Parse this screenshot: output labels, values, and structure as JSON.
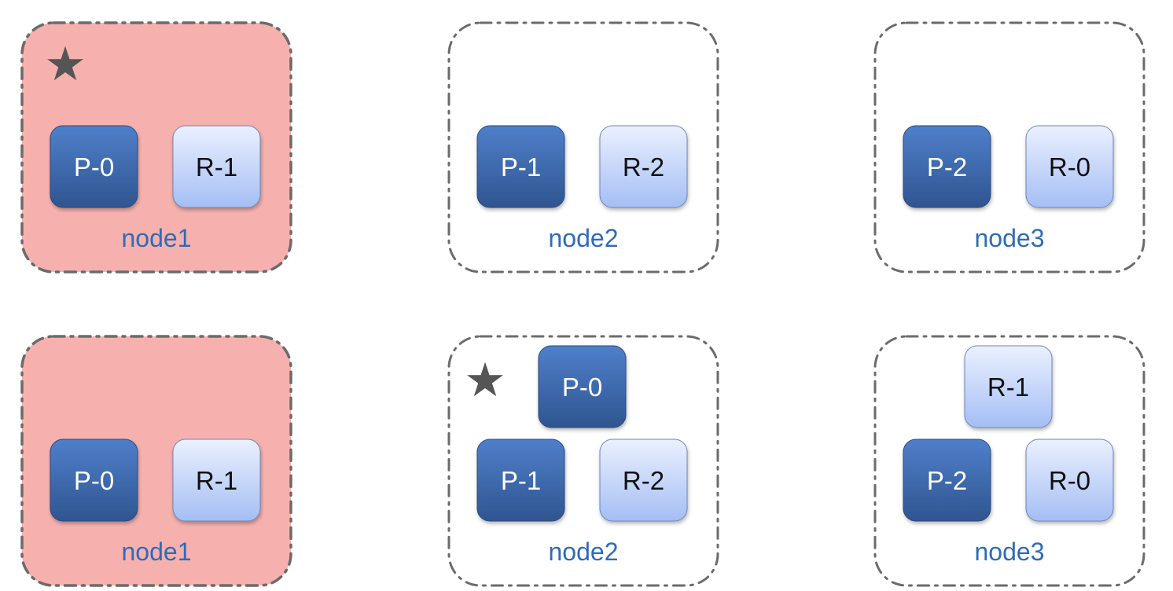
{
  "colors": {
    "highlight_fill": "#f6b1ae",
    "node_border": "#6b6b6b",
    "node_label": "#2e6bb8",
    "primary_top": "#4f7fca",
    "primary_bottom": "#2f5590",
    "replica_top": "#eaf0ff",
    "replica_bottom": "#a4bef4",
    "primary_text": "#ffffff",
    "replica_text": "#111111",
    "star": "#555555"
  },
  "icons": {
    "leader_marker": "star-icon"
  },
  "star_symbol": "★",
  "rows": [
    {
      "nodes": [
        {
          "label": "node1",
          "highlighted": true,
          "has_star": true,
          "partitions": [
            {
              "label": "P-0",
              "kind": "primary"
            },
            {
              "label": "R-1",
              "kind": "replica"
            }
          ],
          "extra_partitions": []
        },
        {
          "label": "node2",
          "highlighted": false,
          "has_star": false,
          "partitions": [
            {
              "label": "P-1",
              "kind": "primary"
            },
            {
              "label": "R-2",
              "kind": "replica"
            }
          ],
          "extra_partitions": []
        },
        {
          "label": "node3",
          "highlighted": false,
          "has_star": false,
          "partitions": [
            {
              "label": "P-2",
              "kind": "primary"
            },
            {
              "label": "R-0",
              "kind": "replica"
            }
          ],
          "extra_partitions": []
        }
      ]
    },
    {
      "nodes": [
        {
          "label": "node1",
          "highlighted": true,
          "has_star": false,
          "partitions": [
            {
              "label": "P-0",
              "kind": "primary"
            },
            {
              "label": "R-1",
              "kind": "replica"
            }
          ],
          "extra_partitions": []
        },
        {
          "label": "node2",
          "highlighted": false,
          "has_star": true,
          "partitions": [
            {
              "label": "P-1",
              "kind": "primary"
            },
            {
              "label": "R-2",
              "kind": "replica"
            }
          ],
          "extra_partitions": [
            {
              "label": "P-0",
              "kind": "primary"
            }
          ]
        },
        {
          "label": "node3",
          "highlighted": false,
          "has_star": false,
          "partitions": [
            {
              "label": "P-2",
              "kind": "primary"
            },
            {
              "label": "R-0",
              "kind": "replica"
            }
          ],
          "extra_partitions": [
            {
              "label": "R-1",
              "kind": "replica"
            }
          ]
        }
      ]
    }
  ]
}
